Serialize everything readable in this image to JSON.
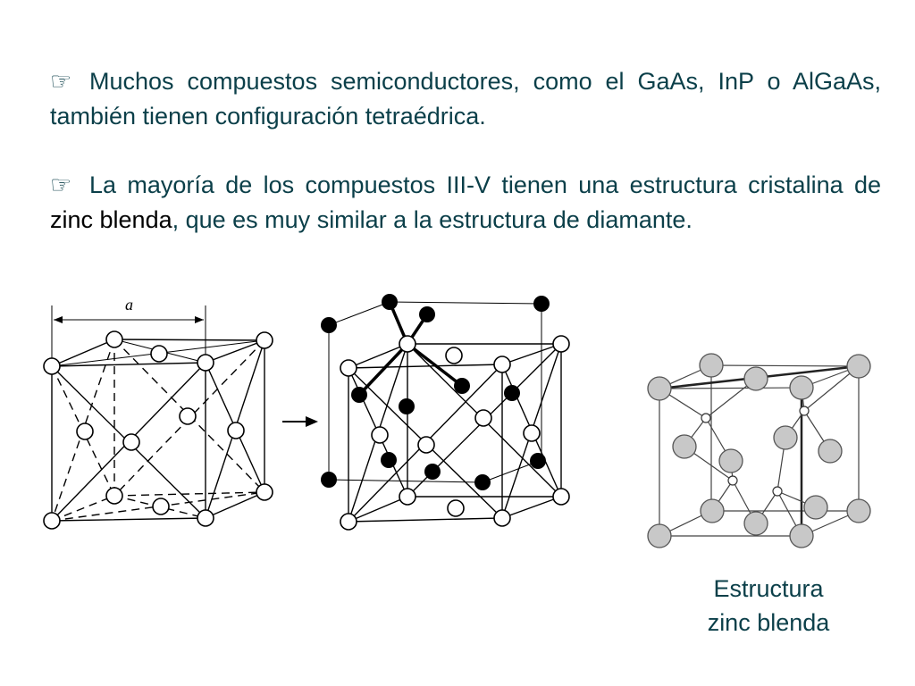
{
  "paragraph1": {
    "bullet": "☞",
    "text": "Muchos compuestos semiconductores, como el GaAs, InP o AlGaAs, también tienen configuración tetraédrica."
  },
  "paragraph2": {
    "bullet": "☞",
    "text_before": "La mayoría de los compuestos III-V tienen una estructura cristalina de ",
    "highlight": "zinc blenda",
    "text_after": ", que es muy similar a la estructura de diamante."
  },
  "figure": {
    "lattice_label": "a"
  },
  "caption": {
    "line1": "Estructura",
    "line2": "zinc blenda"
  },
  "colors": {
    "text": "#0b3f49",
    "atom_gray": "#c8c8c8",
    "atom_black": "#000000"
  }
}
